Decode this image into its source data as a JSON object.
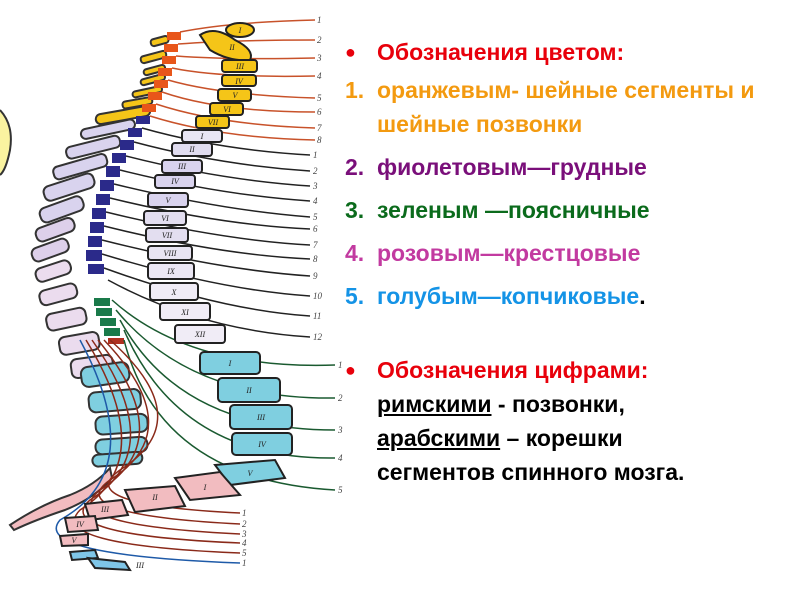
{
  "legend": {
    "color_heading": "Обозначения цветом:",
    "items": [
      {
        "num": "1.",
        "text": "оранжевым- шейные сегменты и шейные позвонки",
        "color": "#f39a10"
      },
      {
        "num": "2.",
        "text": "фиолетовым—грудные",
        "color": "#7a0f7a"
      },
      {
        "num": "3.",
        "text": "зеленым —поясничные",
        "color": "#0b6b1c"
      },
      {
        "num": "4.",
        "text": "розовым—крестцовые",
        "color": "#c23aa0"
      },
      {
        "num": "5.",
        "text": "голубым—копчиковые",
        "color": "#1493e6",
        "suffix": "."
      }
    ],
    "numbers_heading": "Обозначения цифрами:",
    "roman_word": "римскими",
    "roman_rest": " - позвонки,",
    "arabic_word": "арабскими",
    "arabic_rest": " – корешки",
    "last_line": "сегментов спинного мозга.",
    "heading_color": "#e8000b"
  },
  "diagram": {
    "cervical_vertebrae": [
      "I",
      "II",
      "III",
      "IV",
      "V",
      "VI",
      "VII"
    ],
    "cervical_roots": [
      "1",
      "2",
      "3",
      "4",
      "5",
      "6",
      "7",
      "8"
    ],
    "thoracic_vertebrae": [
      "I",
      "II",
      "III",
      "IV",
      "V",
      "VI",
      "VII",
      "VIII",
      "IX",
      "X",
      "XI",
      "XII"
    ],
    "thoracic_roots": [
      "1",
      "2",
      "3",
      "4",
      "5",
      "6",
      "7",
      "8",
      "9",
      "10",
      "11",
      "12"
    ],
    "lumbar_vertebrae": [
      "I",
      "II",
      "III",
      "IV",
      "V"
    ],
    "lumbar_roots": [
      "1",
      "2",
      "3",
      "4",
      "5"
    ],
    "sacral_vertebrae": [
      "I",
      "II",
      "III",
      "IV",
      "V"
    ],
    "sacral_roots": [
      "1",
      "2",
      "3",
      "4",
      "5"
    ],
    "coccygeal_vertebrae": [
      "III"
    ],
    "coccygeal_roots": [
      "1"
    ],
    "colors": {
      "cervical": "#f5c518",
      "cervical_segment": "#e8561a",
      "thoracic": "#d9d3ee",
      "thoracic_segment": "#2b2a8a",
      "lumbar": "#7fcfe0",
      "lumbar_segment": "#1a7a4a",
      "sacral": "#f2bcc0",
      "sacral_segment": "#b03020",
      "coccygeal": "#7fc6e8"
    }
  }
}
